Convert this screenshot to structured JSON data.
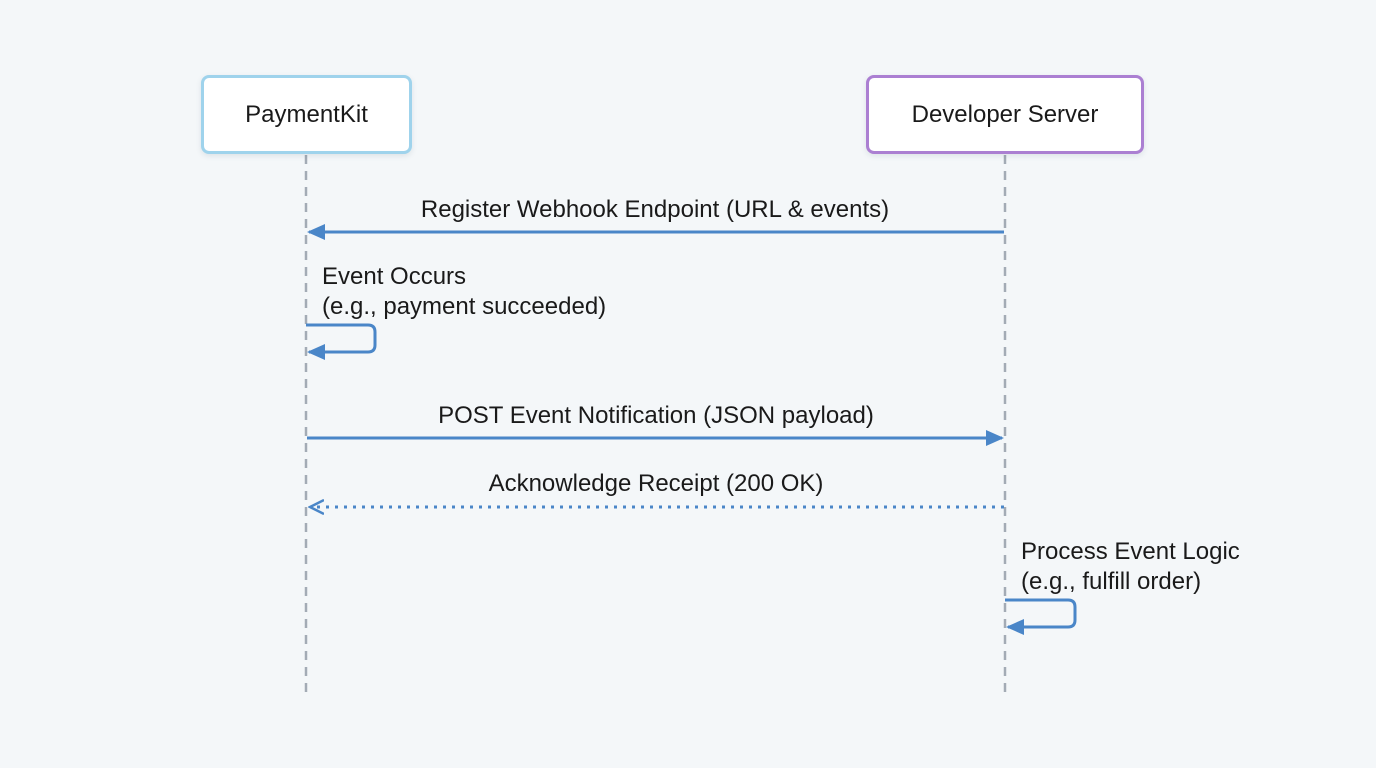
{
  "participants": {
    "left": {
      "name": "PaymentKit",
      "border_color": "#9fd3ec"
    },
    "right": {
      "name": "Developer Server",
      "border_color": "#ab7fd2"
    }
  },
  "messages": [
    {
      "label": "Register Webhook Endpoint (URL & events)",
      "from": "Developer Server",
      "to": "PaymentKit",
      "style": "solid"
    },
    {
      "label_line1": "Event Occurs",
      "label_line2": "(e.g., payment succeeded)",
      "from": "PaymentKit",
      "to": "PaymentKit",
      "style": "self"
    },
    {
      "label": "POST Event Notification (JSON payload)",
      "from": "PaymentKit",
      "to": "Developer Server",
      "style": "solid"
    },
    {
      "label": "Acknowledge Receipt (200 OK)",
      "from": "Developer Server",
      "to": "PaymentKit",
      "style": "dotted"
    },
    {
      "label_line1": "Process Event Logic",
      "label_line2": "(e.g., fulfill order)",
      "from": "Developer Server",
      "to": "Developer Server",
      "style": "self"
    }
  ],
  "colors": {
    "arrow": "#4a86c8",
    "lifeline": "#a3abb5",
    "background": "#f4f7f9"
  }
}
